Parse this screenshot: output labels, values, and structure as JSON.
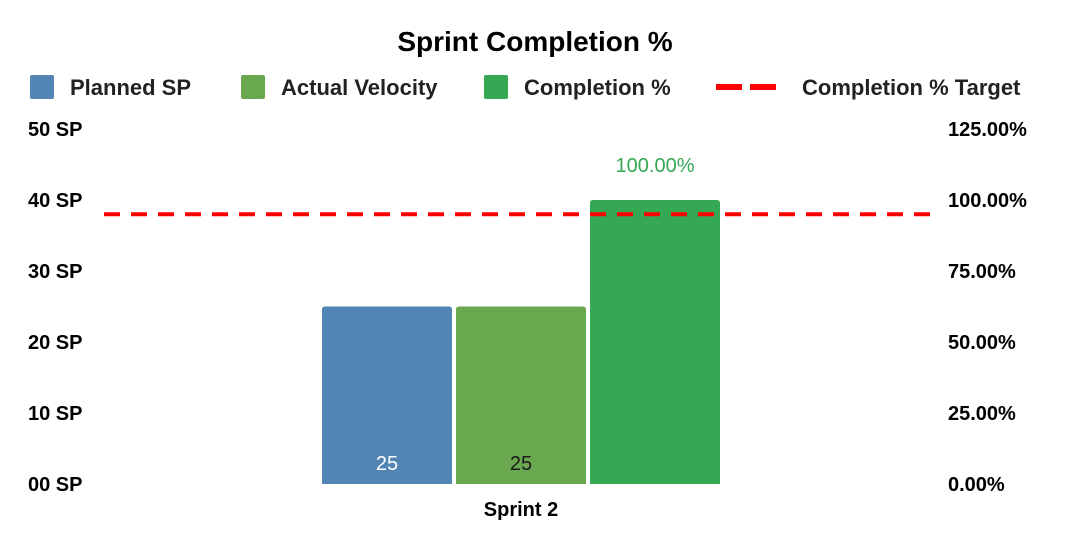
{
  "chart_data": {
    "type": "bar",
    "title": "Sprint Completion %",
    "categories": [
      "Sprint 2"
    ],
    "series": [
      {
        "name": "Planned SP",
        "values": [
          25
        ],
        "axis": "left",
        "color": "#5385b4",
        "label_color": "#ffffff",
        "label_position": "inside-bottom",
        "labels": [
          "25"
        ]
      },
      {
        "name": "Actual Velocity",
        "values": [
          25
        ],
        "axis": "left",
        "color": "#6aa84f",
        "label_color": "#1a1a1a",
        "label_position": "inside-bottom",
        "labels": [
          "25"
        ]
      },
      {
        "name": "Completion %",
        "values": [
          100
        ],
        "axis": "right",
        "color": "#34a853",
        "label_color": "#34a853",
        "label_position": "above",
        "labels": [
          "100.00%"
        ]
      }
    ],
    "target_line": {
      "name": "Completion % Target",
      "value": 95,
      "axis": "right",
      "color": "#ff0000",
      "style": "dashed"
    },
    "y_left": {
      "min": 0,
      "max": 50,
      "ticks": [
        "00 SP",
        "10 SP",
        "20 SP",
        "30 SP",
        "40 SP",
        "50 SP"
      ]
    },
    "y_right": {
      "min": 0,
      "max": 125,
      "ticks": [
        "0.00%",
        "25.00%",
        "50.00%",
        "75.00%",
        "100.00%",
        "125.00%"
      ]
    },
    "legend_position": "top",
    "grid": false
  }
}
